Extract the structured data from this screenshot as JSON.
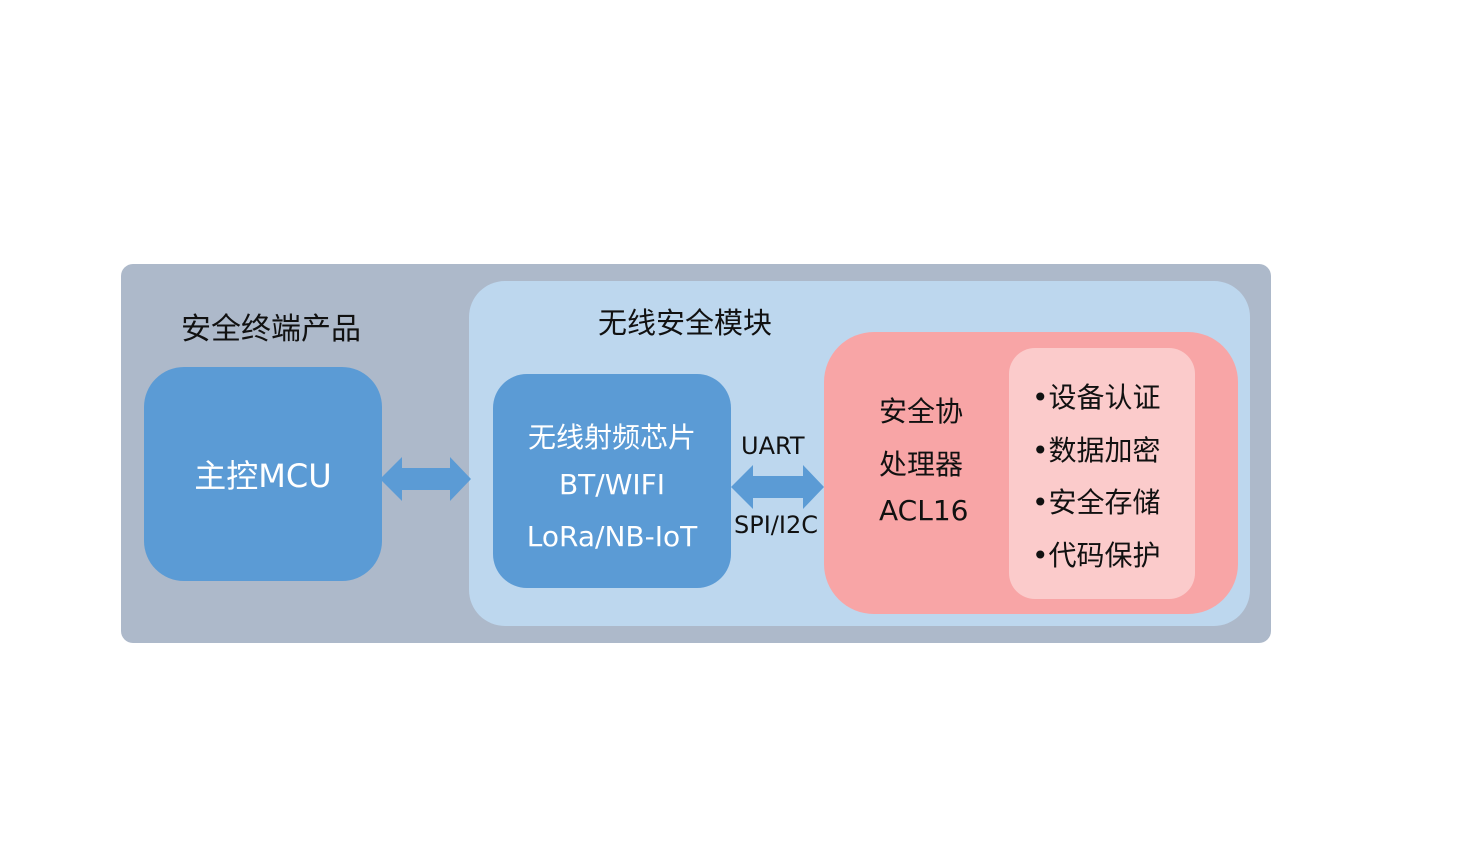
{
  "product": {
    "title": "安全终端产品"
  },
  "mcu": {
    "label": "主控MCU"
  },
  "module": {
    "title": "无线安全模块"
  },
  "rf_chip": {
    "lines": [
      "无线射频芯片",
      "BT/WIFI",
      "LoRa/NB-IoT"
    ]
  },
  "interface": {
    "top": "UART",
    "bottom": "SPI/I2C"
  },
  "processor": {
    "lines": [
      "安全协",
      "处理器",
      "ACL16"
    ]
  },
  "features": [
    "•设备认证",
    "•数据加密",
    "•安全存储",
    "•代码保护"
  ],
  "colors": {
    "outer": "#adb9ca",
    "module": "#bdd7ee",
    "blue": "#5b9bd5",
    "processor": "#f8a5a6",
    "features": "#fbcbcb"
  }
}
